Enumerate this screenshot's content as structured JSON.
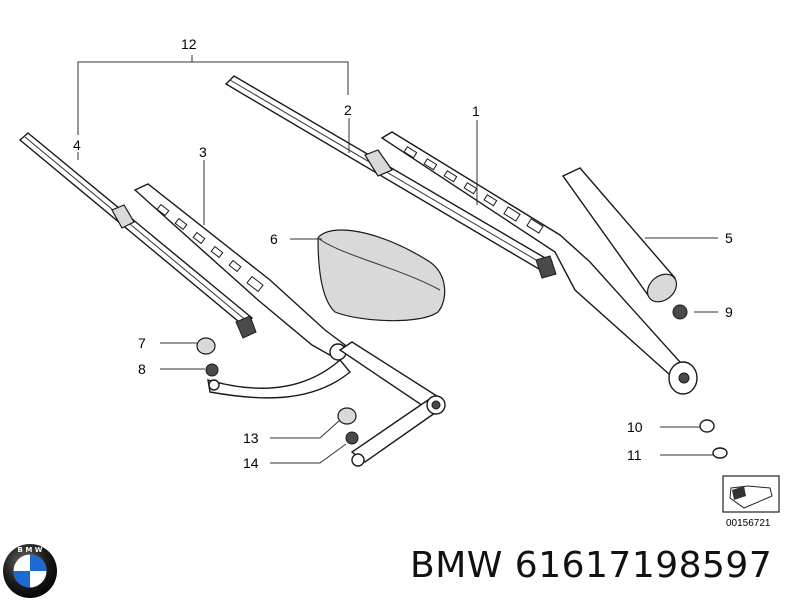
{
  "callouts": {
    "c1": "1",
    "c2": "2",
    "c3": "3",
    "c4": "4",
    "c5": "5",
    "c6": "6",
    "c7": "7",
    "c8": "8",
    "c9": "9",
    "c10": "10",
    "c11": "11",
    "c12": "12",
    "c13": "13",
    "c14": "14"
  },
  "diagram_code": "00156721",
  "part_number": "BMW 61617198597",
  "logo": {
    "text": "B M W",
    "colors": {
      "blue": "#1c69d4",
      "ring": "#111111"
    }
  }
}
